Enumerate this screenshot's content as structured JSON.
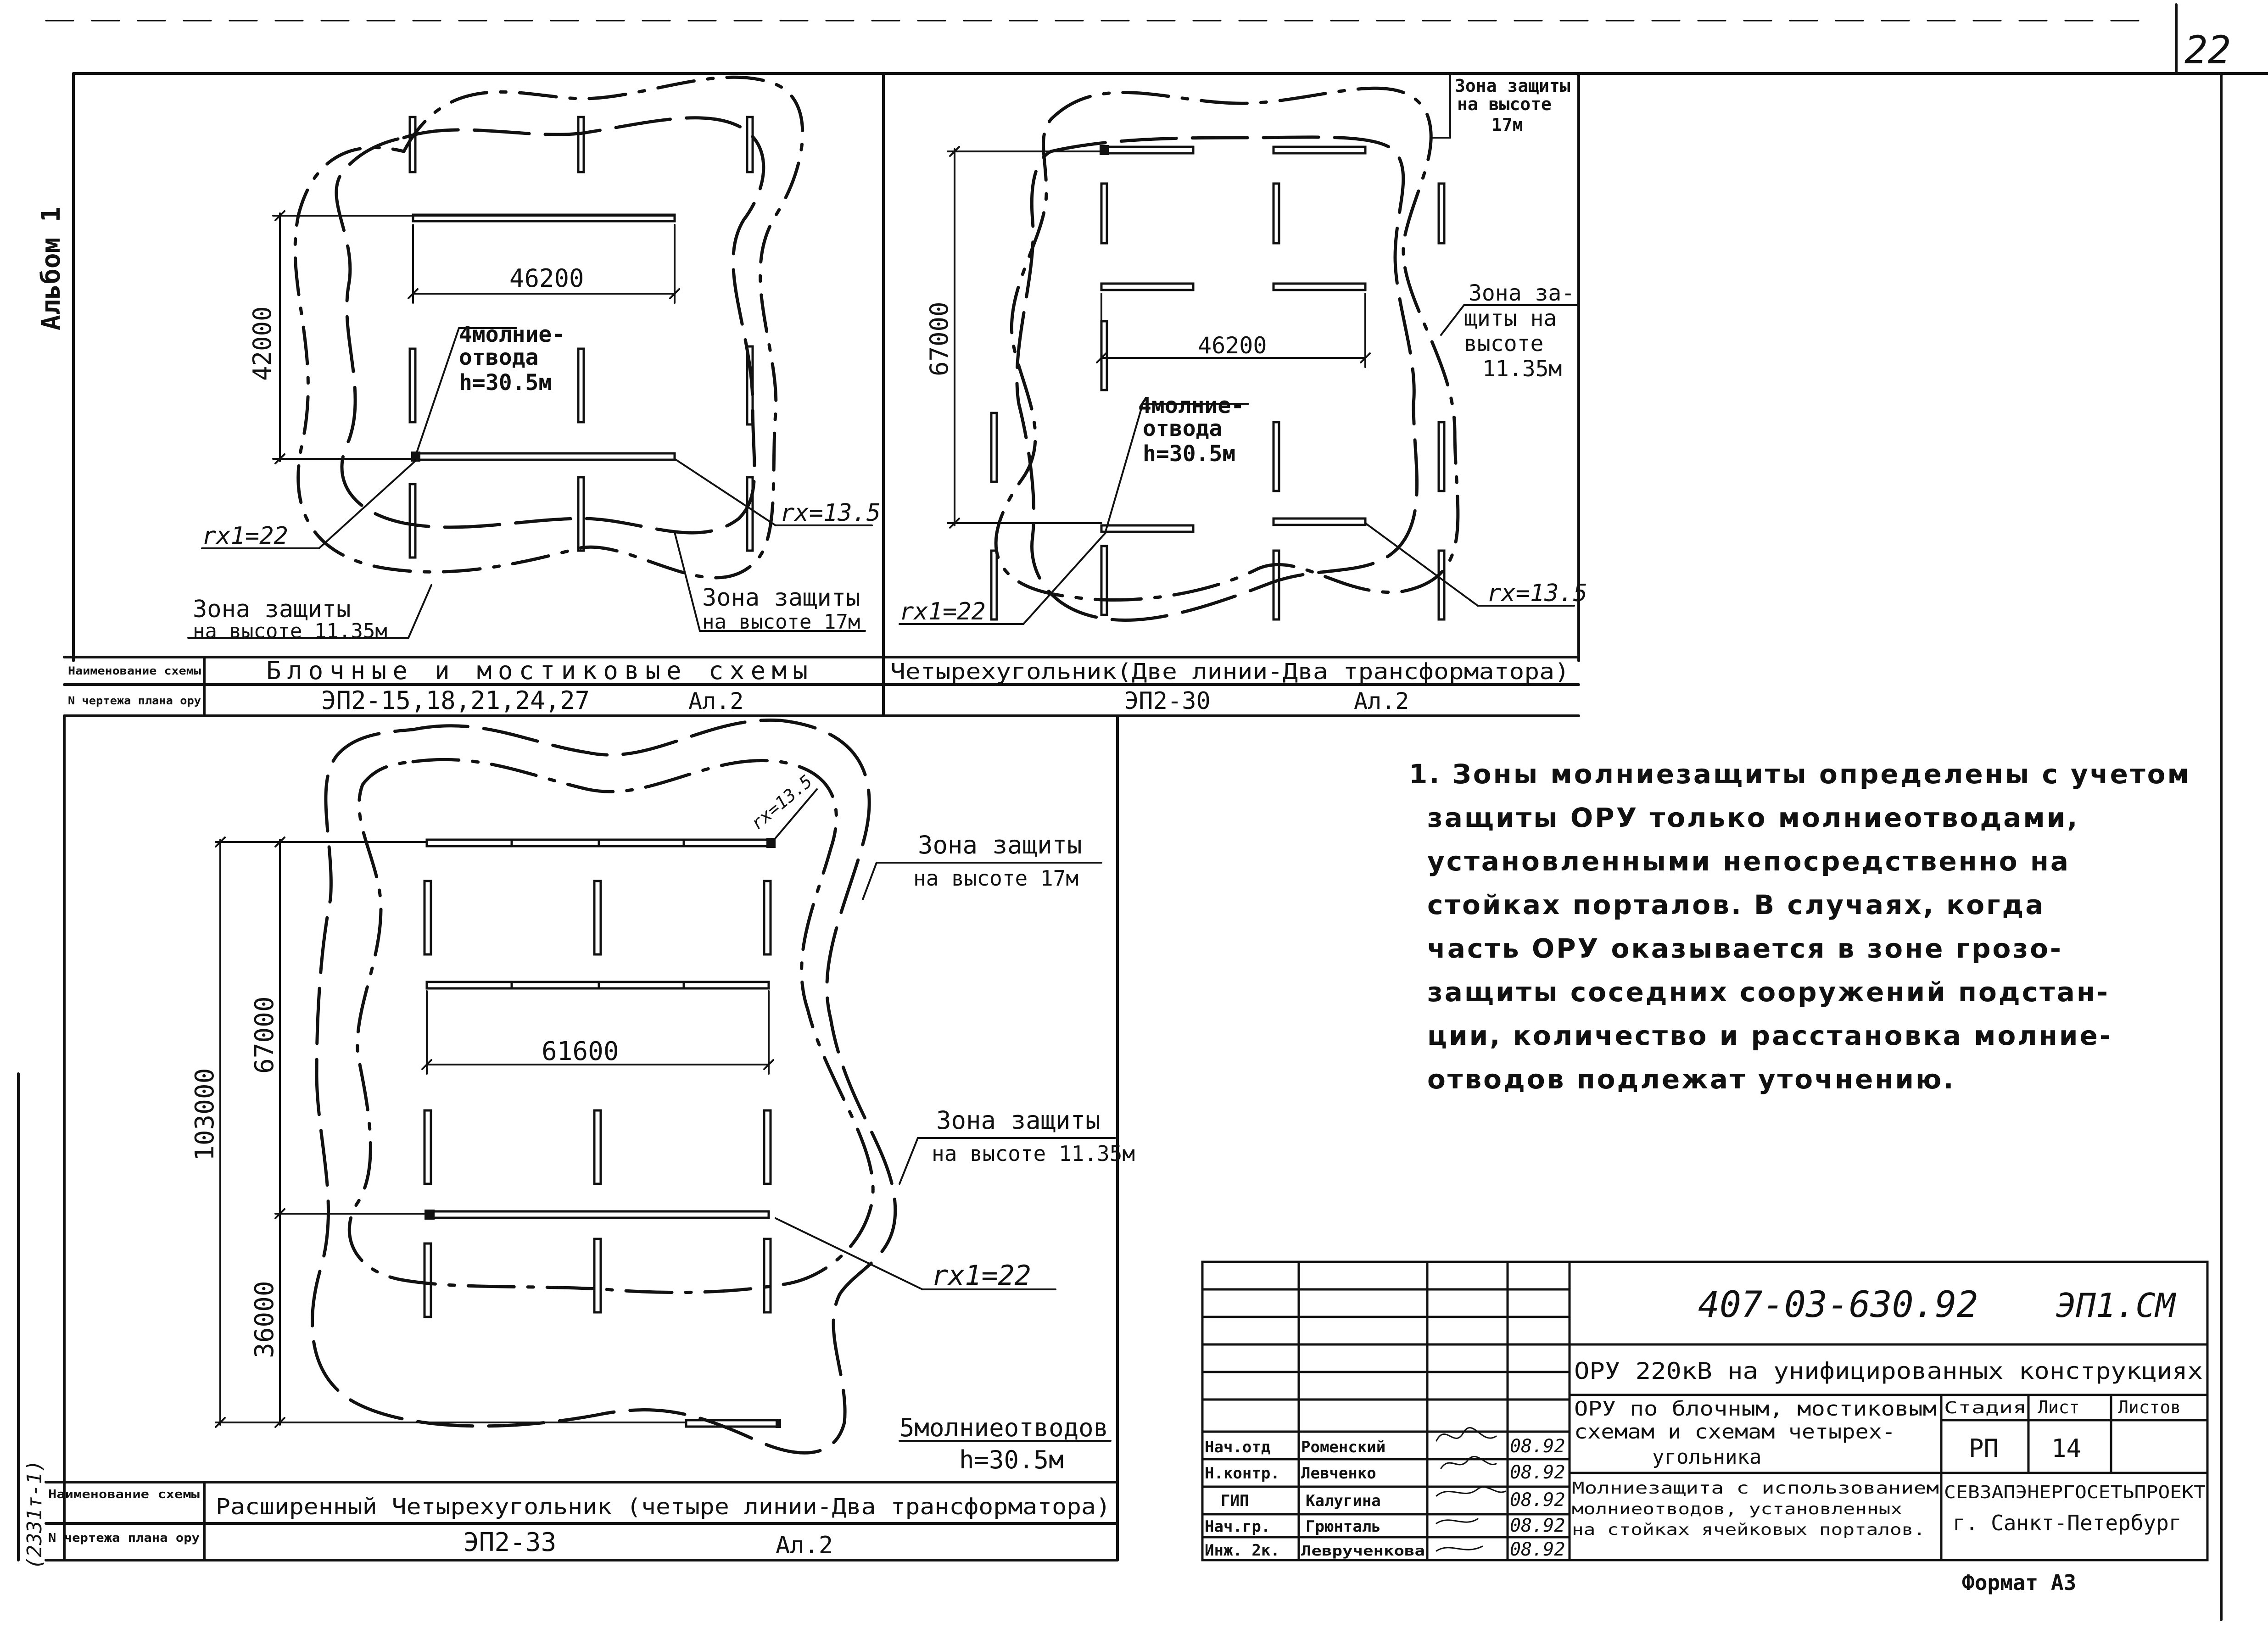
{
  "page_number": "22",
  "album_label": "Альбом 1",
  "side_stamp": "(2331т-1)",
  "format_label": "Формат А3",
  "stroke_color": "#111111",
  "schemes": {
    "a": {
      "zone_17": [
        "Зона защиты",
        "на высоте 17м"
      ],
      "zone_1135": [
        "Зона защиты",
        "на высоте 11.35м"
      ],
      "dim_h": "42000",
      "dim_w": "46200",
      "rods": [
        "4молние-",
        "отвода",
        "h=30.5м"
      ],
      "rx1": "rx1=22",
      "rx": "rx=13.5",
      "name_label": "Наименование схемы",
      "name": "Блочные и мостиковые схемы",
      "drawing_label": "N чертежа плана ору",
      "drawing": "ЭП2-15,18,21,24,27",
      "sheet": "Ал.2"
    },
    "b": {
      "zone_17": [
        "Зона защиты",
        "на высоте",
        "17м"
      ],
      "zone_1135": [
        "Зона за-",
        "щиты на",
        "высоте",
        "11.35м"
      ],
      "dim_h": "67000",
      "dim_w": "46200",
      "rods": [
        "4молние-",
        "отвода",
        "h=30.5м"
      ],
      "rx1": "rx1=22",
      "rx": "rx=13.5",
      "name": "Четырехугольник(Две линии-Два трансформатора)",
      "drawing": "ЭП2-30",
      "sheet": "Ал.2"
    },
    "c": {
      "zone_17": [
        "Зона защиты",
        "на высоте 17м"
      ],
      "zone_1135": [
        "Зона защиты",
        "на высоте 11.35м"
      ],
      "dim_total": "103000",
      "dim_h1": "67000",
      "dim_h2": "36000",
      "dim_w": "61600",
      "rx_corner": "rx=13.5",
      "rx1": "rx1=22",
      "rods": [
        "5молниеотводов",
        "h=30.5м"
      ],
      "name_label": "Наименование схемы",
      "name": "Расширенный Четырехугольник (четыре линии-Два трансформатора)",
      "drawing_label": "N чертежа плана ору",
      "drawing": "ЭП2-33",
      "sheet": "Ал.2"
    }
  },
  "note": [
    "1. Зоны молниезащиты определены с учетом",
    "защиты ОРУ только молниеотводами,",
    "установленными непосредственно на",
    "стойках порталов. В случаях, когда",
    "часть ОРУ оказывается в зоне грозо-",
    "защиты соседних сооружений подстан-",
    "ции, количество и расстановка молние-",
    "отводов подлежат уточнению."
  ],
  "title_block": {
    "code": "407-03-630.92",
    "doc": "ЭП1.СМ",
    "project": "ОРУ 220кВ на унифицированных конструкциях",
    "part": [
      "ОРУ по блочным, мостиковым",
      "схемам и схемам четырех-",
      "угольника"
    ],
    "stage_label": "Стадия",
    "sheet_label": "Лист",
    "sheets_label": "Листов",
    "stage": "РП",
    "sheet": "14",
    "sheets": "",
    "sheet_title": [
      "Молниезащита с использованием",
      "молниеотводов, установленных",
      "на стойках ячейковых порталов."
    ],
    "org": [
      "СЕВЗАПЭНЕРГОСЕТЬПРОЕКТ",
      "г. Санкт-Петербург"
    ],
    "signers": [
      {
        "role": "Нач.отд",
        "name": "Роменский",
        "date": "08.92"
      },
      {
        "role": "Н.контр.",
        "name": "Левченко",
        "date": "08.92"
      },
      {
        "role": "ГИП",
        "name": "Калугина",
        "date": "08.92"
      },
      {
        "role": "Нач.гр.",
        "name": "Грюнталь",
        "date": "08.92"
      },
      {
        "role": "Инж. 2к.",
        "name": "Леврученкова",
        "date": "08.92"
      }
    ]
  }
}
